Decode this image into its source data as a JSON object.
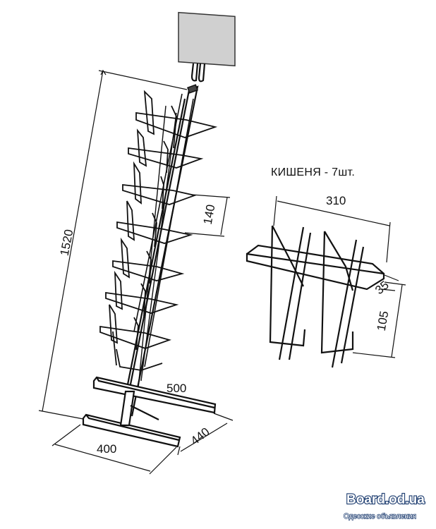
{
  "stand": {
    "height": "1520",
    "pocket_spacing": "140",
    "base_width": "400",
    "base_depth": "440",
    "crossbar_length": "500"
  },
  "pocket": {
    "caption": "КИШЕНЯ - 7шт.",
    "width": "310",
    "depth": "35",
    "height": "105"
  },
  "watermark": {
    "site": "Board.od.ua",
    "subtitle": "Одесские объявления"
  }
}
